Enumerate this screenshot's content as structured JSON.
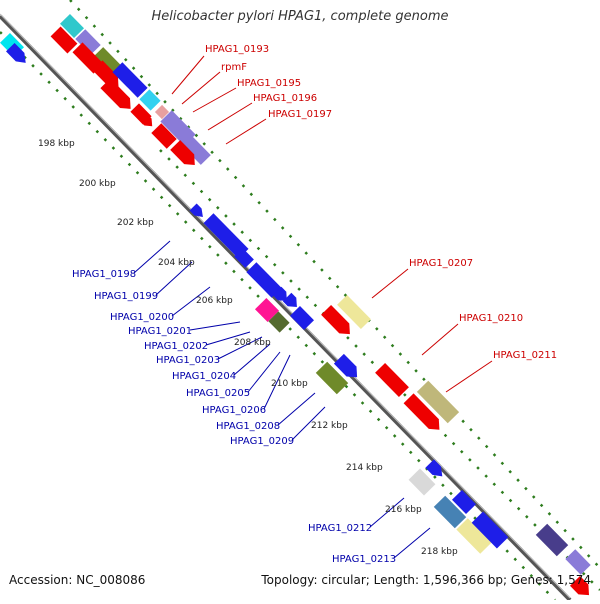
{
  "title": "Helicobacter pylori HPAG1, complete genome",
  "footer": {
    "accession": "Accession: NC_008086",
    "summary": "Topology: circular; Length: 1,596,366 bp; Genes: 1,574"
  },
  "colors": {
    "forward_label": "#cc0000",
    "reverse_label": "#0000aa",
    "backbone": "#777777",
    "tick": "#2e7d1e"
  },
  "ticks": [
    "198 kbp",
    "200 kbp",
    "202 kbp",
    "204 kbp",
    "206 kbp",
    "208 kbp",
    "210 kbp",
    "212 kbp",
    "214 kbp",
    "216 kbp",
    "218 kbp"
  ],
  "labels_forward": [
    "HPAG1_0193",
    "rpmF",
    "HPAG1_0195",
    "HPAG1_0196",
    "HPAG1_0197",
    "HPAG1_0207",
    "HPAG1_0210",
    "HPAG1_0211"
  ],
  "labels_reverse": [
    "HPAG1_0198",
    "HPAG1_0199",
    "HPAG1_0200",
    "HPAG1_0201",
    "HPAG1_0202",
    "HPAG1_0203",
    "HPAG1_0204",
    "HPAG1_0205",
    "HPAG1_0206",
    "HPAG1_0208",
    "HPAG1_0209",
    "HPAG1_0212",
    "HPAG1_0213"
  ]
}
